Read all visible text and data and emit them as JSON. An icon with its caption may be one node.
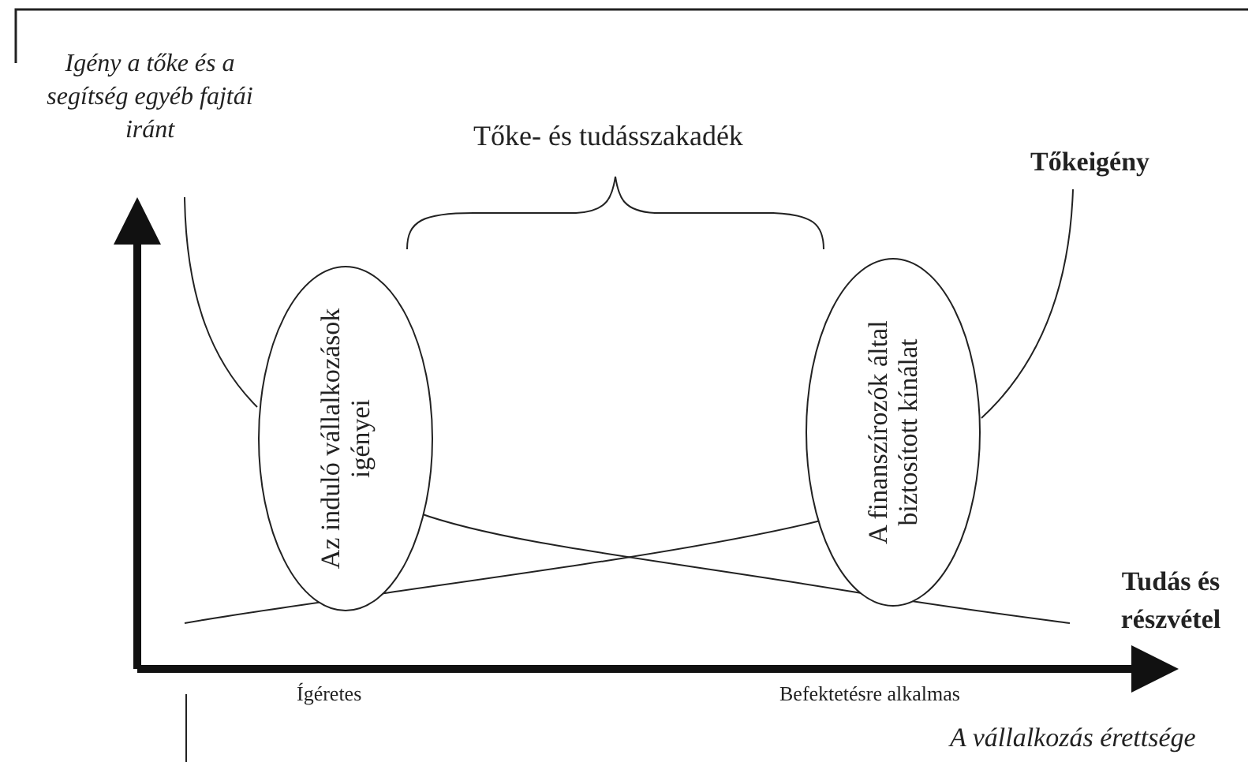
{
  "diagram": {
    "nodes": [
      {
        "text": [
          "Az induló vállalkozások igényei"
        ]
      },
      {
        "text": [
          "A finanszírozók által biztosított kínálat"
        ]
      }
    ],
    "labels": [
      "Igény a tőke és a segítség egyéb fajtái iránt",
      "Tőke- és tudásszakadék",
      "Tőkeigény",
      "Tudás és részvétel",
      "Ígéretes",
      "Befektetésre alkalmas",
      "A vállalkozás érettsége"
    ]
  }
}
